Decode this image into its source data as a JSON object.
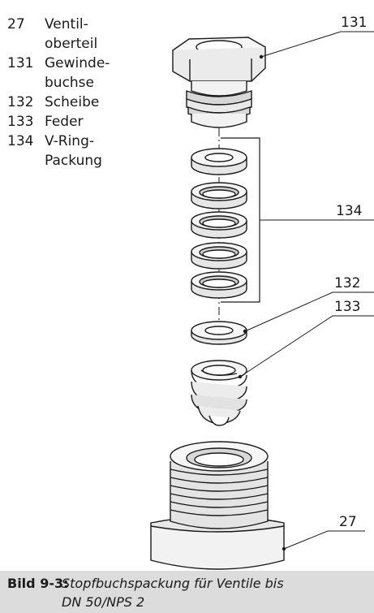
{
  "legend": [
    {
      "num": "27",
      "line1": "Ventil-",
      "line2": "oberteil"
    },
    {
      "num": "131",
      "line1": "Gewinde-",
      "line2": "buchse"
    },
    {
      "num": "132",
      "line1": "Scheibe",
      "line2": ""
    },
    {
      "num": "133",
      "line1": "Feder",
      "line2": ""
    },
    {
      "num": "134",
      "line1": "V-Ring-",
      "line2": "Packung"
    }
  ],
  "callouts": {
    "c131": "131",
    "c134": "134",
    "c132": "132",
    "c133": "133",
    "c27": "27"
  },
  "caption": {
    "label": "Bild 9-3:",
    "line1": "Stopfbuchspackung für Ventile bis",
    "line2": "DN 50/NPS 2"
  },
  "colors": {
    "stroke": "#1a1a1a",
    "fill_light": "#f2f2f2",
    "fill_dark": "#cfcfcf",
    "caption_bg": "#dcdcdc"
  }
}
